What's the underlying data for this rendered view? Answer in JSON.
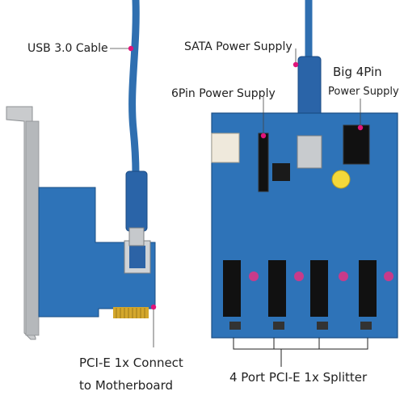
{
  "labels": {
    "usb_cable": "USB 3.0 Cable",
    "sata_power": "SATA Power Supply",
    "big_4pin_line1": "Big 4Pin",
    "big_4pin_line2": "Power Supply",
    "six_pin_power": "6Pin Power Supply",
    "pcie_connect_line1": "PCI-E 1x Connect",
    "pcie_connect_line2": "to Motherboard",
    "splitter": "4 Port PCI-E 1x Splitter"
  },
  "colors": {
    "pcb_blue": "#2e73b8",
    "pcb_dark": "#1f5a98",
    "cable_blue": "#2f6fb0",
    "pointer_pink": "#e0147a",
    "slot_black": "#111111",
    "bracket_gray": "#c9cbcd",
    "gold": "#d4a72c"
  }
}
